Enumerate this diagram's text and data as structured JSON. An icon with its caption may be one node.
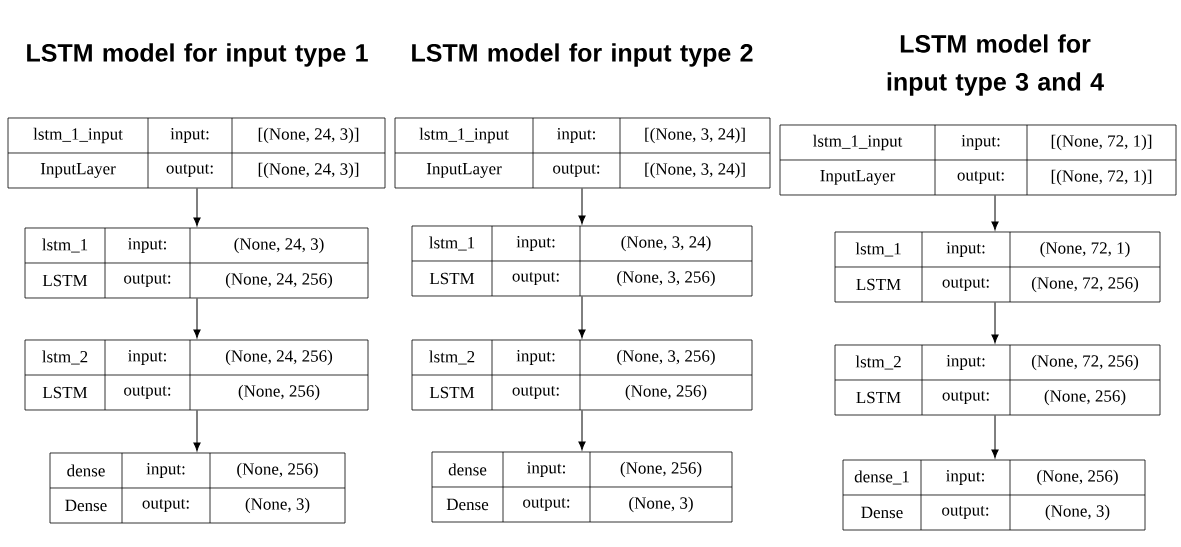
{
  "diagram": {
    "nodes": [
      {
        "text": [
          "lstm_1_input",
          "input:",
          "[(None, 24, 3)]",
          "InputLayer",
          "output:",
          "[(None, 24, 3)]"
        ]
      },
      {
        "text": [
          "lstm_1",
          "input:",
          "(None, 24, 3)",
          "LSTM",
          "output:",
          "(None, 24, 256)"
        ]
      },
      {
        "text": [
          "lstm_2",
          "input:",
          "(None, 24, 256)",
          "LSTM",
          "output:",
          "(None, 256)"
        ]
      },
      {
        "text": [
          "dense",
          "input:",
          "(None, 256)",
          "Dense",
          "output:",
          "(None, 3)"
        ]
      },
      {
        "text": [
          "lstm_1_input",
          "input:",
          "[(None, 3, 24)]",
          "InputLayer",
          "output:",
          "[(None, 3, 24)]"
        ]
      },
      {
        "text": [
          "lstm_1",
          "input:",
          "(None, 3, 24)",
          "LSTM",
          "output:",
          "(None, 3, 256)"
        ]
      },
      {
        "text": [
          "lstm_2",
          "input:",
          "(None, 3, 256)",
          "LSTM",
          "output:",
          "(None, 256)"
        ]
      },
      {
        "text": [
          "dense",
          "input:",
          "(None, 256)",
          "Dense",
          "output:",
          "(None, 3)"
        ]
      },
      {
        "text": [
          "lstm_1_input",
          "input:",
          "[(None, 72, 1)]",
          "InputLayer",
          "output:",
          "[(None, 72, 1)]"
        ]
      },
      {
        "text": [
          "lstm_1",
          "input:",
          "(None, 72, 1)",
          "LSTM",
          "output:",
          "(None, 72, 256)"
        ]
      },
      {
        "text": [
          "lstm_2",
          "input:",
          "(None, 72, 256)",
          "LSTM",
          "output:",
          "(None, 256)"
        ]
      },
      {
        "text": [
          "dense_1",
          "input:",
          "(None, 256)",
          "Dense",
          "output:",
          "(None, 3)"
        ]
      }
    ],
    "edges": [
      {
        "from": 0,
        "to": 1,
        "arrow": "to"
      },
      {
        "from": 1,
        "to": 2,
        "arrow": "to"
      },
      {
        "from": 2,
        "to": 3,
        "arrow": "to"
      },
      {
        "from": 4,
        "to": 5,
        "arrow": "to"
      },
      {
        "from": 5,
        "to": 6,
        "arrow": "to"
      },
      {
        "from": 6,
        "to": 7,
        "arrow": "to"
      },
      {
        "from": 8,
        "to": 9,
        "arrow": "to"
      },
      {
        "from": 9,
        "to": 10,
        "arrow": "to"
      },
      {
        "from": 10,
        "to": 11,
        "arrow": "to"
      }
    ],
    "labels": [
      "LSTM model for input type 1",
      "LSTM model for input type 2",
      "LSTM model for input type 3 and 4"
    ]
  }
}
